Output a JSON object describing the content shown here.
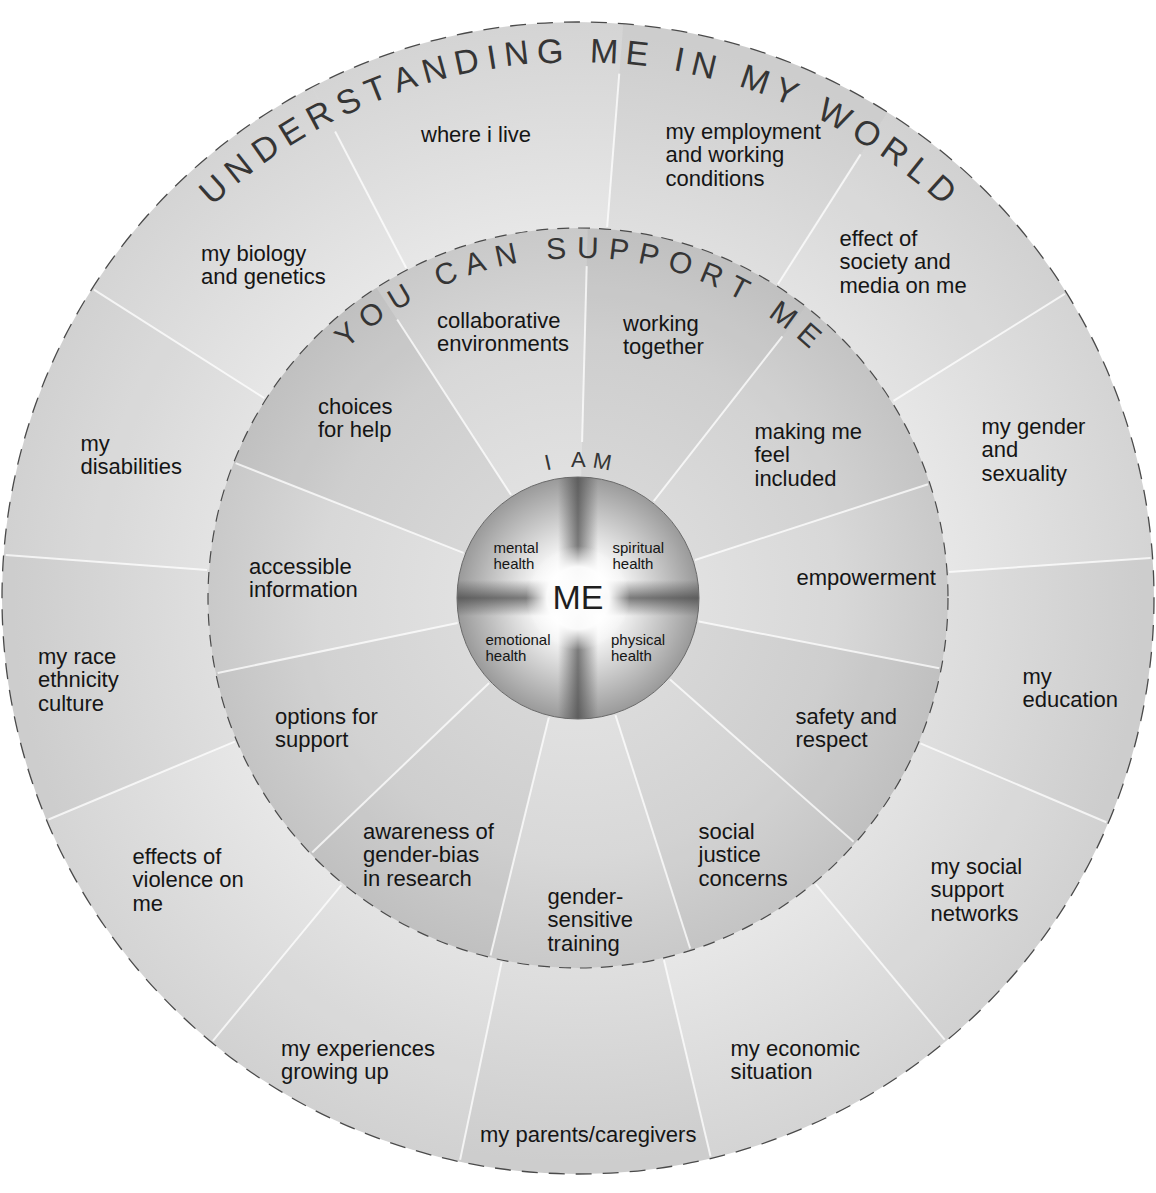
{
  "diagram": {
    "nodes": [
      {
        "text": [
          "UNDERSTANDING ME IN MY WORLD"
        ]
      },
      {
        "text": [
          "where i live"
        ],
        "in": 0
      },
      {
        "text": [
          "my employment and working conditions"
        ],
        "in": 0
      },
      {
        "text": [
          "effect of society and media on me"
        ],
        "in": 0
      },
      {
        "text": [
          "my gender and sexuality"
        ],
        "in": 0
      },
      {
        "text": [
          "my education"
        ],
        "in": 0
      },
      {
        "text": [
          "my social support networks"
        ],
        "in": 0
      },
      {
        "text": [
          "my economic situation"
        ],
        "in": 0
      },
      {
        "text": [
          "my parents/caregivers"
        ],
        "in": 0
      },
      {
        "text": [
          "my experiences growing up"
        ],
        "in": 0
      },
      {
        "text": [
          "effects of violence on me"
        ],
        "in": 0
      },
      {
        "text": [
          "my race ethnicity culture"
        ],
        "in": 0
      },
      {
        "text": [
          "my disabilities"
        ],
        "in": 0
      },
      {
        "text": [
          "my biology and genetics"
        ],
        "in": 0
      },
      {
        "text": [
          "YOU CAN SUPPORT ME"
        ],
        "in": 0
      },
      {
        "text": [
          "collaborative environments"
        ],
        "in": 14
      },
      {
        "text": [
          "working together"
        ],
        "in": 14
      },
      {
        "text": [
          "making me feel included"
        ],
        "in": 14
      },
      {
        "text": [
          "empowerment"
        ],
        "in": 14
      },
      {
        "text": [
          "safety and respect"
        ],
        "in": 14
      },
      {
        "text": [
          "social justice concerns"
        ],
        "in": 14
      },
      {
        "text": [
          "gender-sensitive training"
        ],
        "in": 14
      },
      {
        "text": [
          "awareness of gender-bias in research"
        ],
        "in": 14
      },
      {
        "text": [
          "options for support"
        ],
        "in": 14
      },
      {
        "text": [
          "accessible information"
        ],
        "in": 14
      },
      {
        "text": [
          "choices for help"
        ],
        "in": 14
      },
      {
        "text": [
          "I AM",
          "ME"
        ],
        "in": 14
      },
      {
        "text": [
          "mental health"
        ],
        "in": 26
      },
      {
        "text": [
          "spiritual health"
        ],
        "in": 26
      },
      {
        "text": [
          "emotional health"
        ],
        "in": 26
      },
      {
        "text": [
          "physical health"
        ],
        "in": 26
      }
    ]
  }
}
